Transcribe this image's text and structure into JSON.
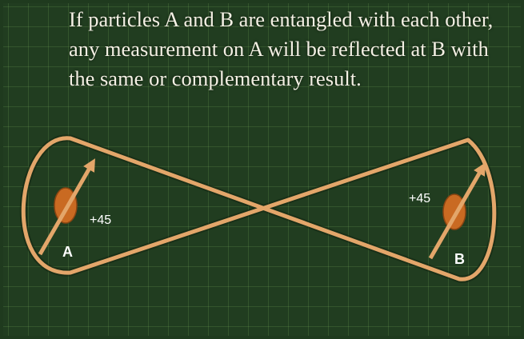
{
  "caption": {
    "line1": "If particles A and B are entangled with each other,",
    "line2": "any measurement on A will be reflected at B with",
    "line3": "the same or complementary result."
  },
  "particle_a": {
    "label": "A",
    "angle_label": "+45"
  },
  "particle_b": {
    "label": "B",
    "angle_label": "+45"
  },
  "colors": {
    "board": "#213d20",
    "grid": "#6ea65a",
    "loop": "#e3a66a",
    "particle": "#c96a22",
    "text": "#f4f0e4"
  }
}
